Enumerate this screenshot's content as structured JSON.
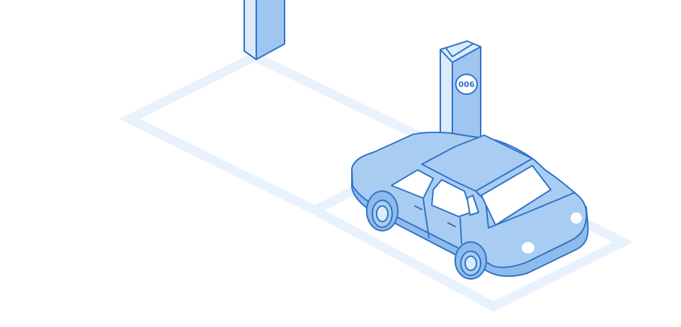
{
  "scene": {
    "spot_number": "006"
  },
  "colors": {
    "background": "#ffffff",
    "line_paint": "#e8f2fc",
    "outline": "#2f72c7",
    "car_body": "#a9cdf2",
    "car_body_shade": "#8dbbeb",
    "glass": "#ffffff",
    "post_face_light": "#dcebfb",
    "post_face_dark": "#9fc6f0",
    "tire": "#7fb1e8",
    "headlight": "#ffffff"
  },
  "icons": [
    "parking-post",
    "car",
    "parking-space-lines",
    "headlight"
  ]
}
